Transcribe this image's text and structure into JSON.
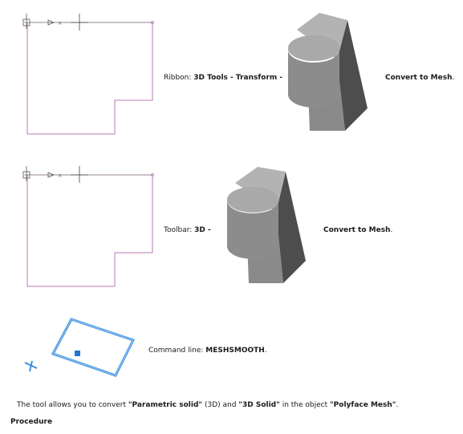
{
  "rows": [
    {
      "prefix": "Ribbon: ",
      "bold": "3D Tools - Transform -",
      "after_bold": "Convert to Mesh",
      "after_suffix": "."
    },
    {
      "prefix": "Toolbar: ",
      "bold": "3D -",
      "after_bold": "Convert to Mesh",
      "after_suffix": "."
    },
    {
      "prefix": "Command line: ",
      "bold": "MESHSMOOTH",
      "suffix": "."
    }
  ],
  "description": {
    "p1": "The tool allows you to convert ",
    "b1": "\"Parametric solid\"",
    "p2": " (3D) and ",
    "b2": "\"3D Solid\"",
    "p3": " in the object ",
    "b3": "\"Polyface Mesh\"",
    "p4": "."
  },
  "procedure_heading": "Procedure",
  "colors": {
    "outline": "#b77ab7",
    "rect": "#3d8fe0",
    "solid_light": "#b3b3b3",
    "solid_dark": "#4d4d4d"
  }
}
